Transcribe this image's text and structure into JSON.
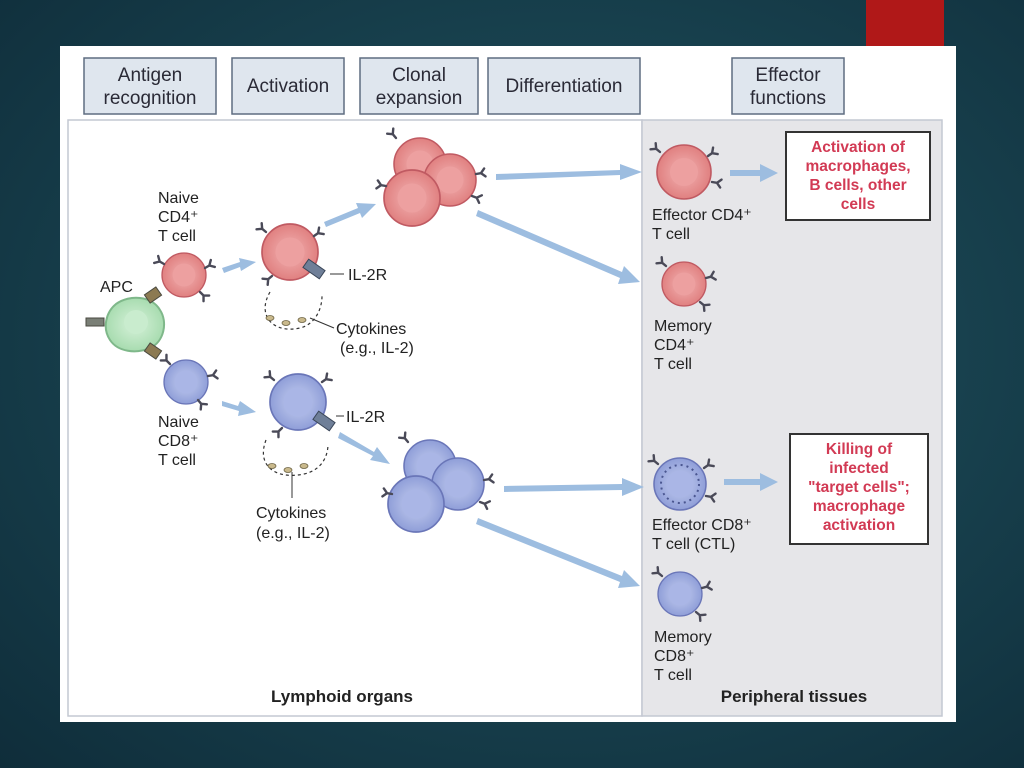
{
  "colors": {
    "slide_background": "#1b4654",
    "accent_bar": "#b01818",
    "stage_box_fill": "#dfe6ee",
    "peripheral_fill": "#e6e6e9",
    "cd4_cell": "#e38a8a",
    "cd8_cell": "#9aa8dc",
    "apc_cell": "#b9e3bf",
    "arrow": "#9dbde0",
    "outcome_text": "#d23a54"
  },
  "icons": [
    "apc-cell-icon",
    "cd4-t-cell-icon",
    "cd8-t-cell-icon",
    "tcr-receptor-icon",
    "cytokine-icon",
    "flow-arrow-icon"
  ],
  "stages": {
    "antigen_recognition": [
      "Antigen",
      "recognition"
    ],
    "activation": [
      "Activation"
    ],
    "clonal_expansion": [
      "Clonal",
      "expansion"
    ],
    "differentiation": [
      "Differentiation"
    ],
    "effector_functions": [
      "Effector",
      "functions"
    ]
  },
  "labels": {
    "apc": "APC",
    "naive_cd4": [
      "Naive",
      "CD4⁺",
      "T cell"
    ],
    "naive_cd8": [
      "Naive",
      "CD8⁺",
      "T cell"
    ],
    "il2r_cd4": "IL-2R",
    "il2r_cd8": "IL-2R",
    "cytokines_cd4": [
      "Cytokines",
      "(e.g., IL-2)"
    ],
    "cytokines_cd8": [
      "Cytokines",
      "(e.g., IL-2)"
    ],
    "effector_cd4": [
      "Effector CD4⁺",
      "T cell"
    ],
    "memory_cd4": [
      "Memory",
      "CD4⁺",
      "T cell"
    ],
    "effector_cd8": [
      "Effector CD8⁺",
      "T cell (CTL)"
    ],
    "memory_cd8": [
      "Memory",
      "CD8⁺",
      "T cell"
    ]
  },
  "outcomes": {
    "cd4": [
      "Activation of",
      "macrophages,",
      "B cells, other",
      "cells"
    ],
    "cd8": [
      "Killing of",
      "infected",
      "\"target cells\";",
      "macrophage",
      "activation"
    ]
  },
  "regions": {
    "lymphoid": "Lymphoid organs",
    "peripheral": "Peripheral tissues"
  }
}
